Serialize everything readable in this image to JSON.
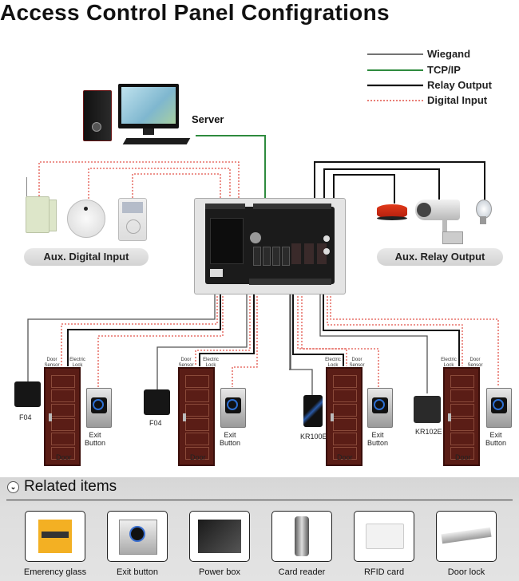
{
  "title": "Access Control Panel Configrations",
  "legend": [
    {
      "label": "Wiegand",
      "color": "#222222",
      "style": "solid-thin"
    },
    {
      "label": "TCP/IP",
      "color": "#2e8b3e",
      "style": "solid"
    },
    {
      "label": "Relay Output",
      "color": "#111111",
      "style": "solid-thick"
    },
    {
      "label": "Digital Input",
      "color": "#e2554a",
      "style": "dotted"
    }
  ],
  "server": {
    "label": "Server",
    "icon": "desktop-computer-icon"
  },
  "controller": {
    "icon": "access-control-board-icon"
  },
  "aux_digital_input": {
    "label": "Aux. Digital Input",
    "devices": [
      "door-contact-sensor-icon",
      "smoke-detector-icon",
      "pir-motion-sensor-icon"
    ]
  },
  "aux_relay_output": {
    "label": "Aux. Relay Output",
    "devices": [
      "siren-icon",
      "cctv-camera-icon",
      "light-bulb-icon"
    ]
  },
  "doors": [
    {
      "reader": "F04",
      "door_sensor": "Door\nSensor",
      "electric_lock": "Electric\nLock",
      "door": "Door",
      "exit": "Exit\nButton"
    },
    {
      "reader": "F04",
      "door_sensor": "Door\nSensor",
      "electric_lock": "Electric\nLock",
      "door": "Door",
      "exit": "Exit\nButton"
    },
    {
      "reader": "KR100E",
      "door_sensor": "Door\nSensor",
      "electric_lock": "Electric\nLock",
      "door": "Door",
      "exit": "Exit\nButton"
    },
    {
      "reader": "KR102E",
      "door_sensor": "Door\nSensor",
      "electric_lock": "Electric\nLock",
      "door": "Door",
      "exit": "Exit\nButton"
    }
  ],
  "related": {
    "title": "Related items",
    "items": [
      {
        "label": "Emerency glass",
        "icon": "emergency-glass-icon"
      },
      {
        "label": "Exit button",
        "icon": "exit-button-icon"
      },
      {
        "label": "Power box",
        "icon": "power-box-icon"
      },
      {
        "label": "Card reader",
        "icon": "card-reader-icon"
      },
      {
        "label": "RFID card",
        "icon": "rfid-card-icon"
      },
      {
        "label": "Door lock",
        "icon": "door-lock-icon"
      }
    ]
  }
}
